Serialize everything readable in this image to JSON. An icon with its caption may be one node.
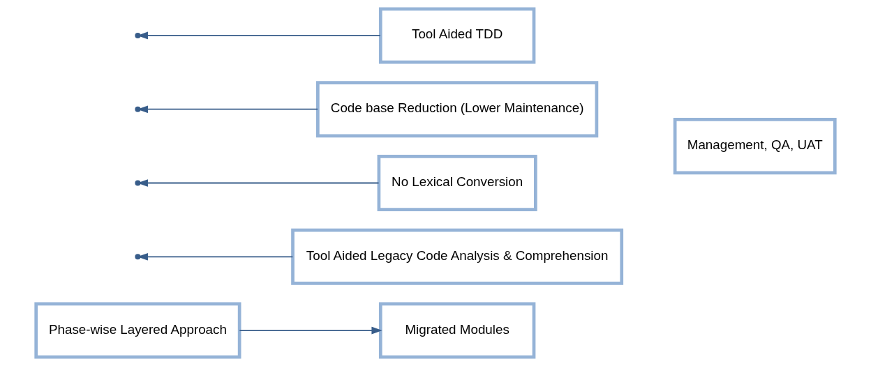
{
  "diagram": {
    "nodes": [
      {
        "text": [
          "Phase-wise Layered Approach"
        ]
      },
      {
        "text": [
          "Migrated Modules"
        ]
      },
      {
        "text": [
          "Tool Aided Legacy Code Analysis & Comprehension"
        ]
      },
      {
        "text": [
          "Tool Aided TDD"
        ]
      },
      {
        "text": [
          "Code base Reduction (Lower Maintenance)"
        ]
      },
      {
        "text": [
          "No Lexical Conversion"
        ]
      },
      {
        "text": [
          "Management, QA, UAT"
        ]
      }
    ],
    "edges": [
      {
        "from": 0,
        "to": 1,
        "arrow": "to"
      },
      {
        "from": 2,
        "to": null,
        "arrow": "to"
      },
      {
        "from": 3,
        "to": null,
        "arrow": "to"
      },
      {
        "from": 4,
        "to": null,
        "arrow": "to"
      },
      {
        "from": 5,
        "to": null,
        "arrow": "to"
      }
    ]
  }
}
